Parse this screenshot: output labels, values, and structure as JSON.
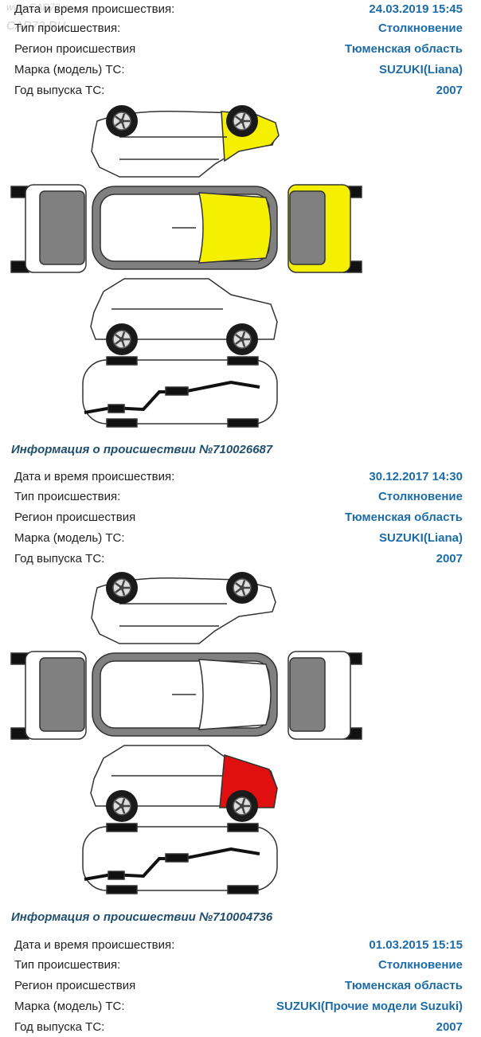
{
  "watermark": {
    "line1": "www.CAR72.ru",
    "line2": "CAR72.RU"
  },
  "labels": {
    "date": "Дата и время происшествия:",
    "type": "Тип происшествия:",
    "region": "Регион происшествия",
    "model": "Марка (модель) ТС:",
    "year": "Год выпуска ТС:"
  },
  "incidents": [
    {
      "heading": "",
      "date": "24.03.2019 15:45",
      "type": "Столкновение",
      "region": "Тюменская область",
      "model": "SUZUKI(Liana)",
      "year": "2007",
      "damage": "front"
    },
    {
      "heading": "Информация о происшествии №710026687",
      "date": "30.12.2017 14:30",
      "type": "Столкновение",
      "region": "Тюменская область",
      "model": "SUZUKI(Liana)",
      "year": "2007",
      "damage": "rear-right"
    },
    {
      "heading": "Информация о происшествии №710004736",
      "date": "01.03.2015 15:15",
      "type": "Столкновение",
      "region": "Тюменская область",
      "model": "SUZUKI(Прочие модели Suzuki)",
      "year": "2007"
    }
  ],
  "colors": {
    "value": "#1d6ca8",
    "heading": "#1f4e6e",
    "damage_yellow": "#f5f000",
    "damage_red": "#e01010"
  }
}
